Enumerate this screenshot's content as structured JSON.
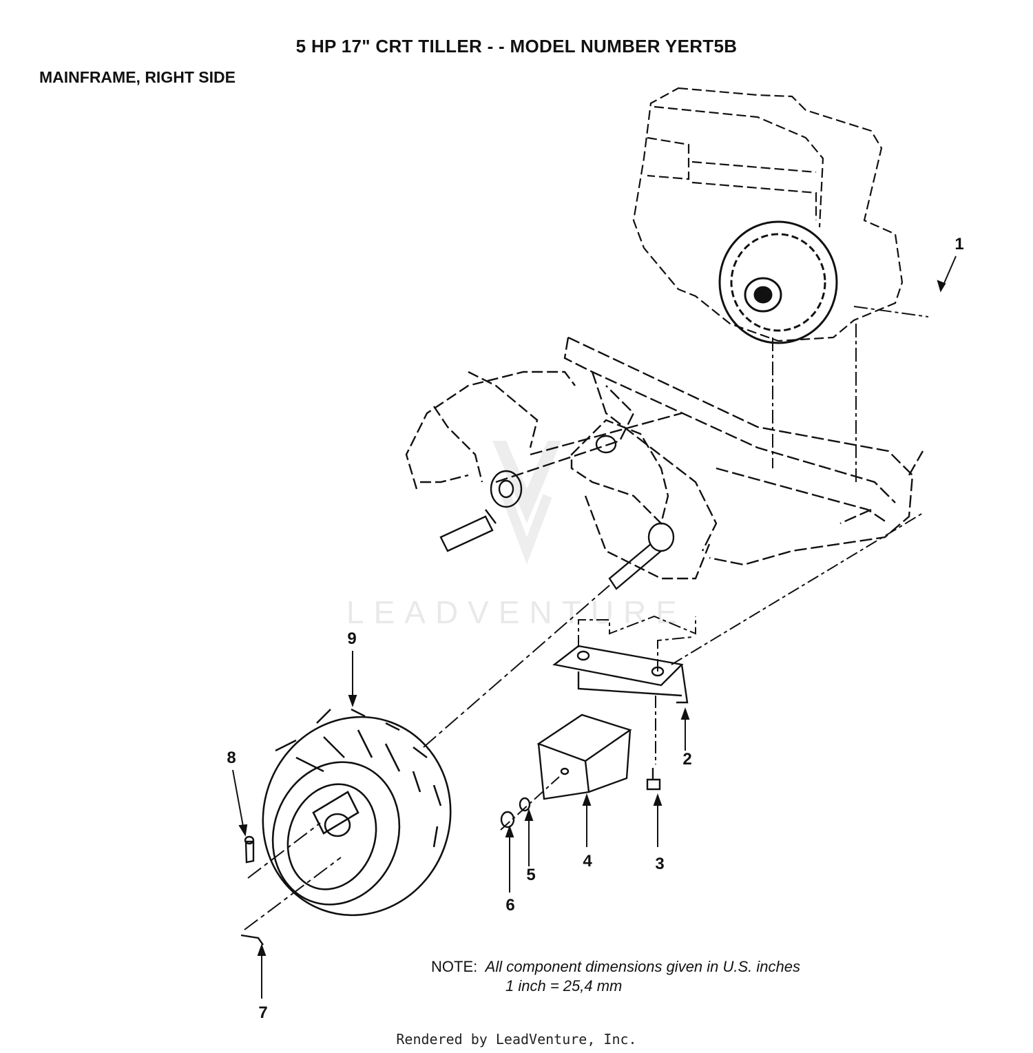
{
  "title": "5 HP 17\" CRT TILLER - - MODEL NUMBER YERT5B",
  "subtitle": "MAINFRAME, RIGHT SIDE",
  "callouts": [
    "1",
    "2",
    "3",
    "4",
    "5",
    "6",
    "7",
    "8",
    "9"
  ],
  "note": {
    "label": "NOTE:",
    "line1": "All component dimensions given in U.S. inches",
    "line2": "1 inch = 25,4 mm"
  },
  "footer": "Rendered by LeadVenture, Inc.",
  "watermark": "LEADVENTURE"
}
